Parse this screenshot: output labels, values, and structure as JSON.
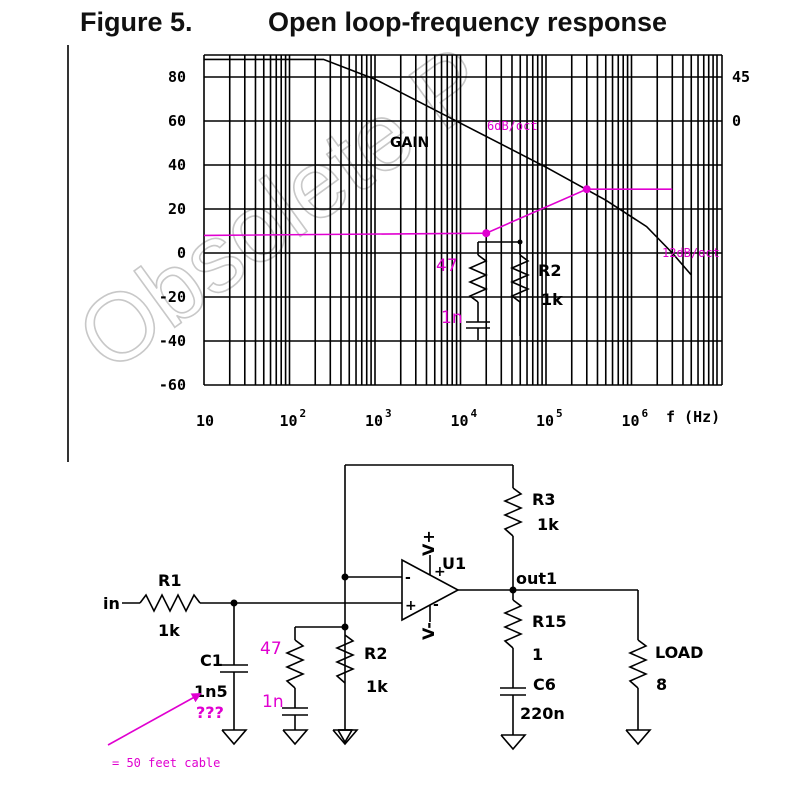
{
  "figure": {
    "title_number": "Figure 5.",
    "title_text": "Open loop-frequency response",
    "watermark": "Obsolete P"
  },
  "chart_data": {
    "type": "line",
    "xscale": "log",
    "x_ticks": [
      {
        "base": "10",
        "exp": ""
      },
      {
        "base": "10",
        "exp": "2"
      },
      {
        "base": "10",
        "exp": "3"
      },
      {
        "base": "10",
        "exp": "4"
      },
      {
        "base": "10",
        "exp": "5"
      },
      {
        "base": "10",
        "exp": "6"
      }
    ],
    "xlabel": "f (Hz)",
    "xlim": [
      10,
      10000000
    ],
    "y_ticks_left": [
      "80",
      "60",
      "40",
      "20",
      "0",
      "-20",
      "-40",
      "-60"
    ],
    "ylim": [
      -60,
      90
    ],
    "y_ticks_right": [
      {
        "label": "45",
        "y": 80
      },
      {
        "label": "0",
        "y": 60
      }
    ],
    "grid": true,
    "annotations": {
      "gain_label": "GAIN",
      "slope_1": "6dB/oct",
      "slope_2": "12dB/oct"
    },
    "series": [
      {
        "name": "GAIN",
        "color": "#000000",
        "points": [
          [
            10,
            88
          ],
          [
            250,
            88
          ],
          [
            1000,
            79
          ],
          [
            10000,
            59
          ],
          [
            100000,
            39
          ],
          [
            500000,
            24
          ],
          [
            1500000,
            12
          ],
          [
            3000000,
            0
          ],
          [
            5000000,
            -10
          ]
        ]
      },
      {
        "color": "#e000d0",
        "points": [
          [
            10,
            8
          ],
          [
            20000,
            9
          ],
          [
            300000,
            29
          ],
          [
            3000000,
            29
          ]
        ]
      }
    ],
    "inset": {
      "r_left": "47",
      "c_left": "1n",
      "r_right_name": "R2",
      "r_right_value": "1k"
    }
  },
  "schematic": {
    "input_label": "in",
    "r1": {
      "name": "R1",
      "value": "1k"
    },
    "c1": {
      "name": "C1",
      "value": "1n5",
      "note": "???"
    },
    "comp_r": "47",
    "comp_c": "1n",
    "r2": {
      "name": "R2",
      "value": "1k"
    },
    "r3": {
      "name": "R3",
      "value": "1k"
    },
    "u1": {
      "name": "U1",
      "vplus": "V+",
      "vminus": "V-",
      "plus": "+",
      "minus": "-"
    },
    "out_label": "out1",
    "r15": {
      "name": "R15",
      "value": "1"
    },
    "c6": {
      "name": "C6",
      "value": "220n"
    },
    "load": {
      "name": "LOAD",
      "value": "8"
    },
    "cable_note": "= 50 feet cable",
    "colors": {
      "annotation": "#e000d0",
      "ink": "#000000"
    }
  }
}
